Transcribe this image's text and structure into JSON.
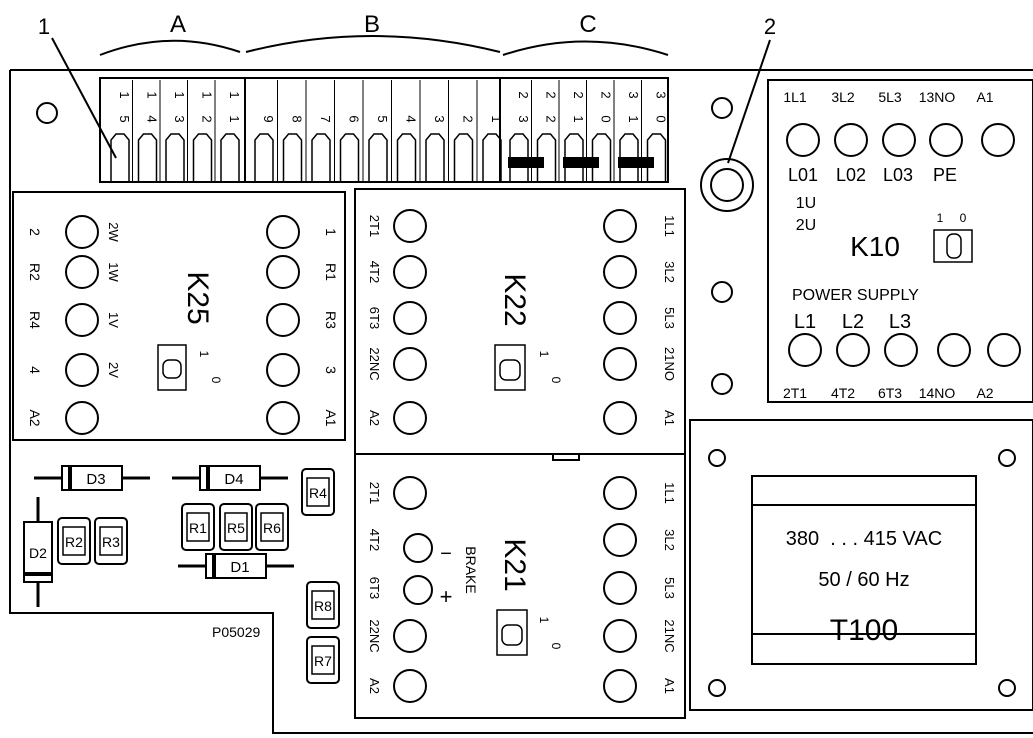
{
  "callouts": {
    "A": "A",
    "B": "B",
    "C": "C",
    "n1": "1",
    "n2": "2"
  },
  "top_terminals": {
    "A": [
      {
        "top": "1",
        "bot": "5"
      },
      {
        "top": "1",
        "bot": "4"
      },
      {
        "top": "1",
        "bot": "3"
      },
      {
        "top": "1",
        "bot": "2"
      },
      {
        "top": "1",
        "bot": "1"
      }
    ],
    "B": [
      {
        "top": "",
        "bot": "9"
      },
      {
        "top": "",
        "bot": "8"
      },
      {
        "top": "",
        "bot": "7"
      },
      {
        "top": "",
        "bot": "6"
      },
      {
        "top": "",
        "bot": "5"
      },
      {
        "top": "",
        "bot": "4"
      },
      {
        "top": "",
        "bot": "3"
      },
      {
        "top": "",
        "bot": "2"
      },
      {
        "top": "",
        "bot": "1"
      }
    ],
    "C": [
      {
        "top": "2",
        "bot": "3"
      },
      {
        "top": "2",
        "bot": "2"
      },
      {
        "top": "2",
        "bot": "1"
      },
      {
        "top": "2",
        "bot": "0"
      },
      {
        "top": "3",
        "bot": "1"
      },
      {
        "top": "3",
        "bot": "0"
      }
    ]
  },
  "k25": {
    "name": "K25",
    "left_terms": [
      "2",
      "R2",
      "R4",
      "4",
      "A2"
    ],
    "right_terms": [
      "1",
      "R1",
      "R3",
      "3",
      "A1"
    ],
    "left_hole_labels": [
      "2W",
      "1W",
      "1V",
      "2V"
    ],
    "switch_on": "1",
    "switch_off": "0"
  },
  "k22": {
    "name": "K22",
    "left_terms": [
      "2T1",
      "4T2",
      "6T3",
      "22NC",
      "A2"
    ],
    "right_terms": [
      "1L1",
      "3L2",
      "5L3",
      "21NO",
      "A1"
    ],
    "switch_on": "1",
    "switch_off": "0"
  },
  "k21": {
    "name": "K21",
    "left_terms": [
      "2T1",
      "4T2",
      "6T3",
      "22NC",
      "A2"
    ],
    "right_terms": [
      "1L1",
      "3L2",
      "5L3",
      "21NC",
      "A1"
    ],
    "brake_label": "BRAKE",
    "brake_minus": "−",
    "brake_plus": "+",
    "switch_on": "1",
    "switch_off": "0"
  },
  "k10": {
    "name": "K10",
    "top_terms": [
      "1L1",
      "3L2",
      "5L3",
      "13NO",
      "A1"
    ],
    "bottom_terms": [
      "2T1",
      "4T2",
      "6T3",
      "14NO",
      "A2"
    ],
    "out_labels": [
      "L01",
      "L02",
      "L03",
      "PE"
    ],
    "sub_labels": [
      "1U",
      "2U"
    ],
    "power_label": "POWER SUPPLY",
    "in_labels": [
      "L1",
      "L2",
      "L3"
    ],
    "switch_on": "1",
    "switch_off": "0"
  },
  "t100": {
    "name": "T100",
    "voltage": "380  . . . 415 VAC",
    "frequency": "50 / 60 Hz"
  },
  "components": {
    "diodes": [
      "D3",
      "D4",
      "D2",
      "D1"
    ],
    "resistors": [
      "R2",
      "R3",
      "R1",
      "R5",
      "R6",
      "R4",
      "R8",
      "R7"
    ]
  },
  "part_code": "P05029"
}
